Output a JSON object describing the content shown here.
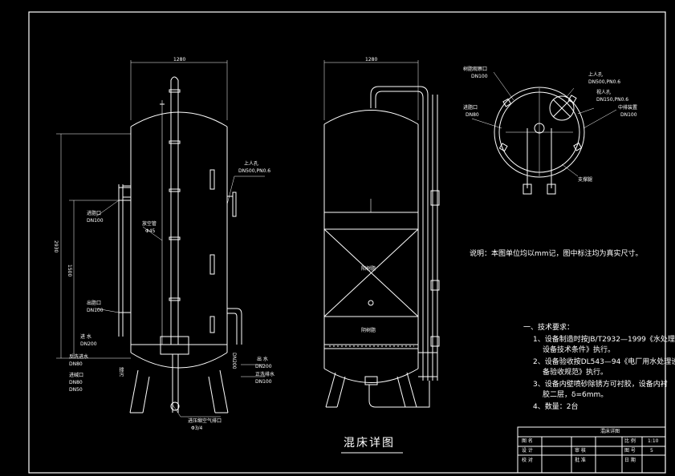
{
  "drawing_title": "混床详图",
  "note": "说明：本图单位均以mm记，图中标注均为真实尺寸。",
  "requirements": {
    "heading": "一、技术要求：",
    "items": [
      "1、设备制造时按JB/T2932—1999《水处理",
      "设备技术条件》执行。",
      "2、设备验收按DL543—94《电厂用水处理设",
      "备验收规范》执行。",
      "3、设备内壁喷砂除锈方可衬胶，设备内衬",
      "胶二层，δ=6mm。",
      "4、数量：2台"
    ]
  },
  "left_view": {
    "top_dim": "1280",
    "overall_dim": "2930",
    "inner_dim": "1500",
    "labels": {
      "backwash_in": "进脂口",
      "backwash_in_size": "DN100",
      "vent_pipe": "放空管",
      "vent_pipe_size": "Φ45",
      "manhole": "上人孔",
      "manhole_size": "DN500,PN0.6",
      "drain_out": "出脂口",
      "drain_out_size": "DN100",
      "water_in": "进 水",
      "water_in_size": "DN200",
      "acid_in": "反洗进水",
      "acid_in_size": "DN80",
      "alkali_in": "进碱口",
      "alkali_in_size": "DN80",
      "alkali_in_size2": "DN50",
      "water_out": "出 水",
      "water_out_size": "DN200",
      "waste_out": "正洗排水",
      "waste_out_size": "DN100",
      "bottom_inlet": "进压缩空气排口",
      "bottom_inlet_size": "Φ3/4",
      "side_vert": "DN200",
      "drain_vert": "排污"
    }
  },
  "mid_view": {
    "top_dim": "1280",
    "layer1": "阳树脂",
    "layer2": "阴树脂"
  },
  "top_view": {
    "labels": {
      "l1": "树脂观察口",
      "l1_size": "DN100",
      "l2": "进脂口",
      "l2_size": "DN80",
      "r1": "上人孔",
      "r1_size": "DN500,PN0.6",
      "r2": "视人孔",
      "r2_size": "DN150,PN0.6",
      "r3": "中排装置",
      "r3_size": "DN100",
      "bottom": "支撑腿"
    }
  },
  "title_block": {
    "row1": [
      "图 名",
      "混床详图",
      "",
      "",
      "比 例",
      "1:10"
    ],
    "row2": [
      "设 计",
      "",
      "审 核",
      "",
      "图 号",
      "5"
    ],
    "row3": [
      "校 对",
      "",
      "批 准",
      "",
      "日 期",
      ""
    ]
  }
}
